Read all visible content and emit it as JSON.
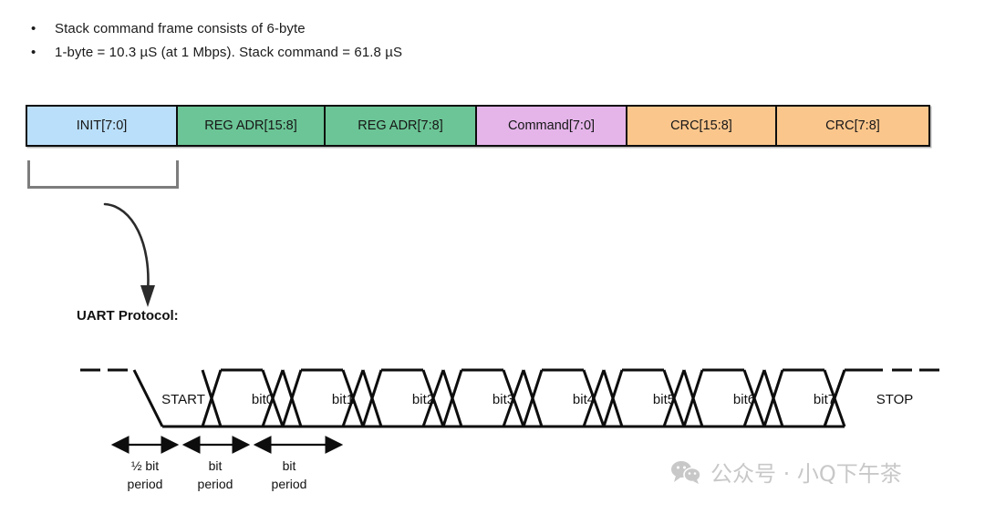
{
  "bullets": [
    {
      "marker": "•",
      "text": "Stack command frame consists of 6-byte"
    },
    {
      "marker": "•",
      "text": "1-byte = 10.3 µS (at 1 Mbps). Stack command = 61.8 µS"
    }
  ],
  "frame": {
    "cells": [
      {
        "label": "INIT[7:0]",
        "color": "#badffa",
        "width": 165
      },
      {
        "label": "REG ADR[15:8]",
        "color": "#6cc596",
        "width": 162
      },
      {
        "label": "REG ADR[7:8]",
        "color": "#6cc596",
        "width": 166
      },
      {
        "label": "Command[7:0]",
        "color": "#e5b5ea",
        "width": 165
      },
      {
        "label": "CRC[15:8]",
        "color": "#fbc68c",
        "width": 164
      },
      {
        "label": "CRC[7:8]",
        "color": "#fbc68c",
        "width": 166
      }
    ]
  },
  "uart": {
    "title": "UART Protocol:",
    "start_label": "START",
    "stop_label": "STOP",
    "bit_labels": [
      "bit0",
      "bit1",
      "bit2",
      "bit3",
      "bit4",
      "bit5",
      "bit6",
      "bit7"
    ],
    "timing": [
      {
        "line1": "½ bit",
        "line2": "period"
      },
      {
        "line1": "bit",
        "line2": "period"
      },
      {
        "line1": "bit",
        "line2": "period"
      }
    ]
  },
  "watermark": {
    "text": "公众号 · 小Q下午茶",
    "color": "#c8c8c8"
  },
  "colors": {
    "stroke": "#0d0d0d",
    "bracket": "#7d7d7d",
    "arrow": "#2b2b2b",
    "background": "#ffffff"
  }
}
